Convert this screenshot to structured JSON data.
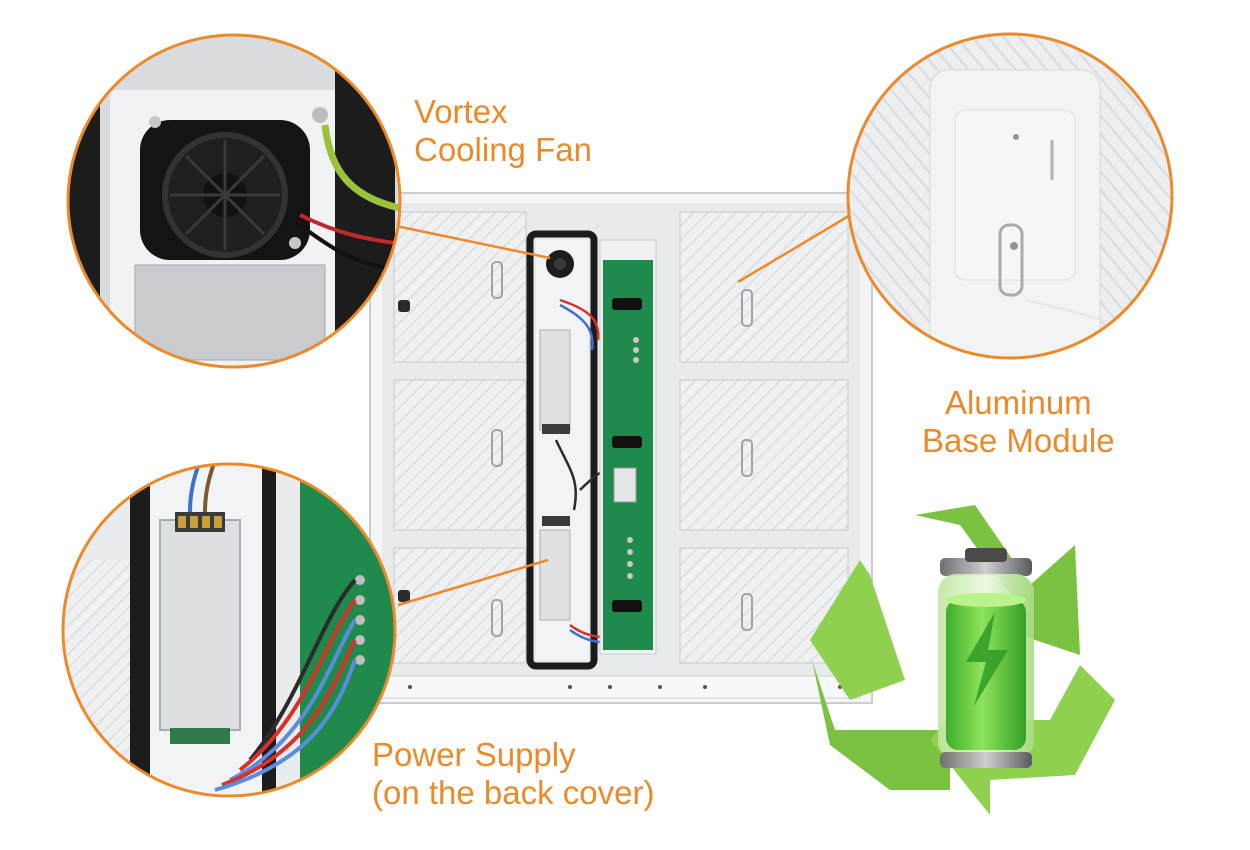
{
  "callouts": {
    "fan": {
      "line1": "Vortex",
      "line2": "Cooling Fan"
    },
    "aluminum": {
      "line1": "Aluminum",
      "line2": "Base Module"
    },
    "power": {
      "line1": "Power Supply",
      "line2": "(on the back cover)"
    }
  },
  "colors": {
    "accent_orange": "#ec8a2a",
    "recycle_green": "#7cc242",
    "pcb_green": "#1f8a4c",
    "panel_gray": "#eceef0"
  },
  "icons": [
    "recycle-icon",
    "battery-icon",
    "lightning-bolt-icon"
  ]
}
